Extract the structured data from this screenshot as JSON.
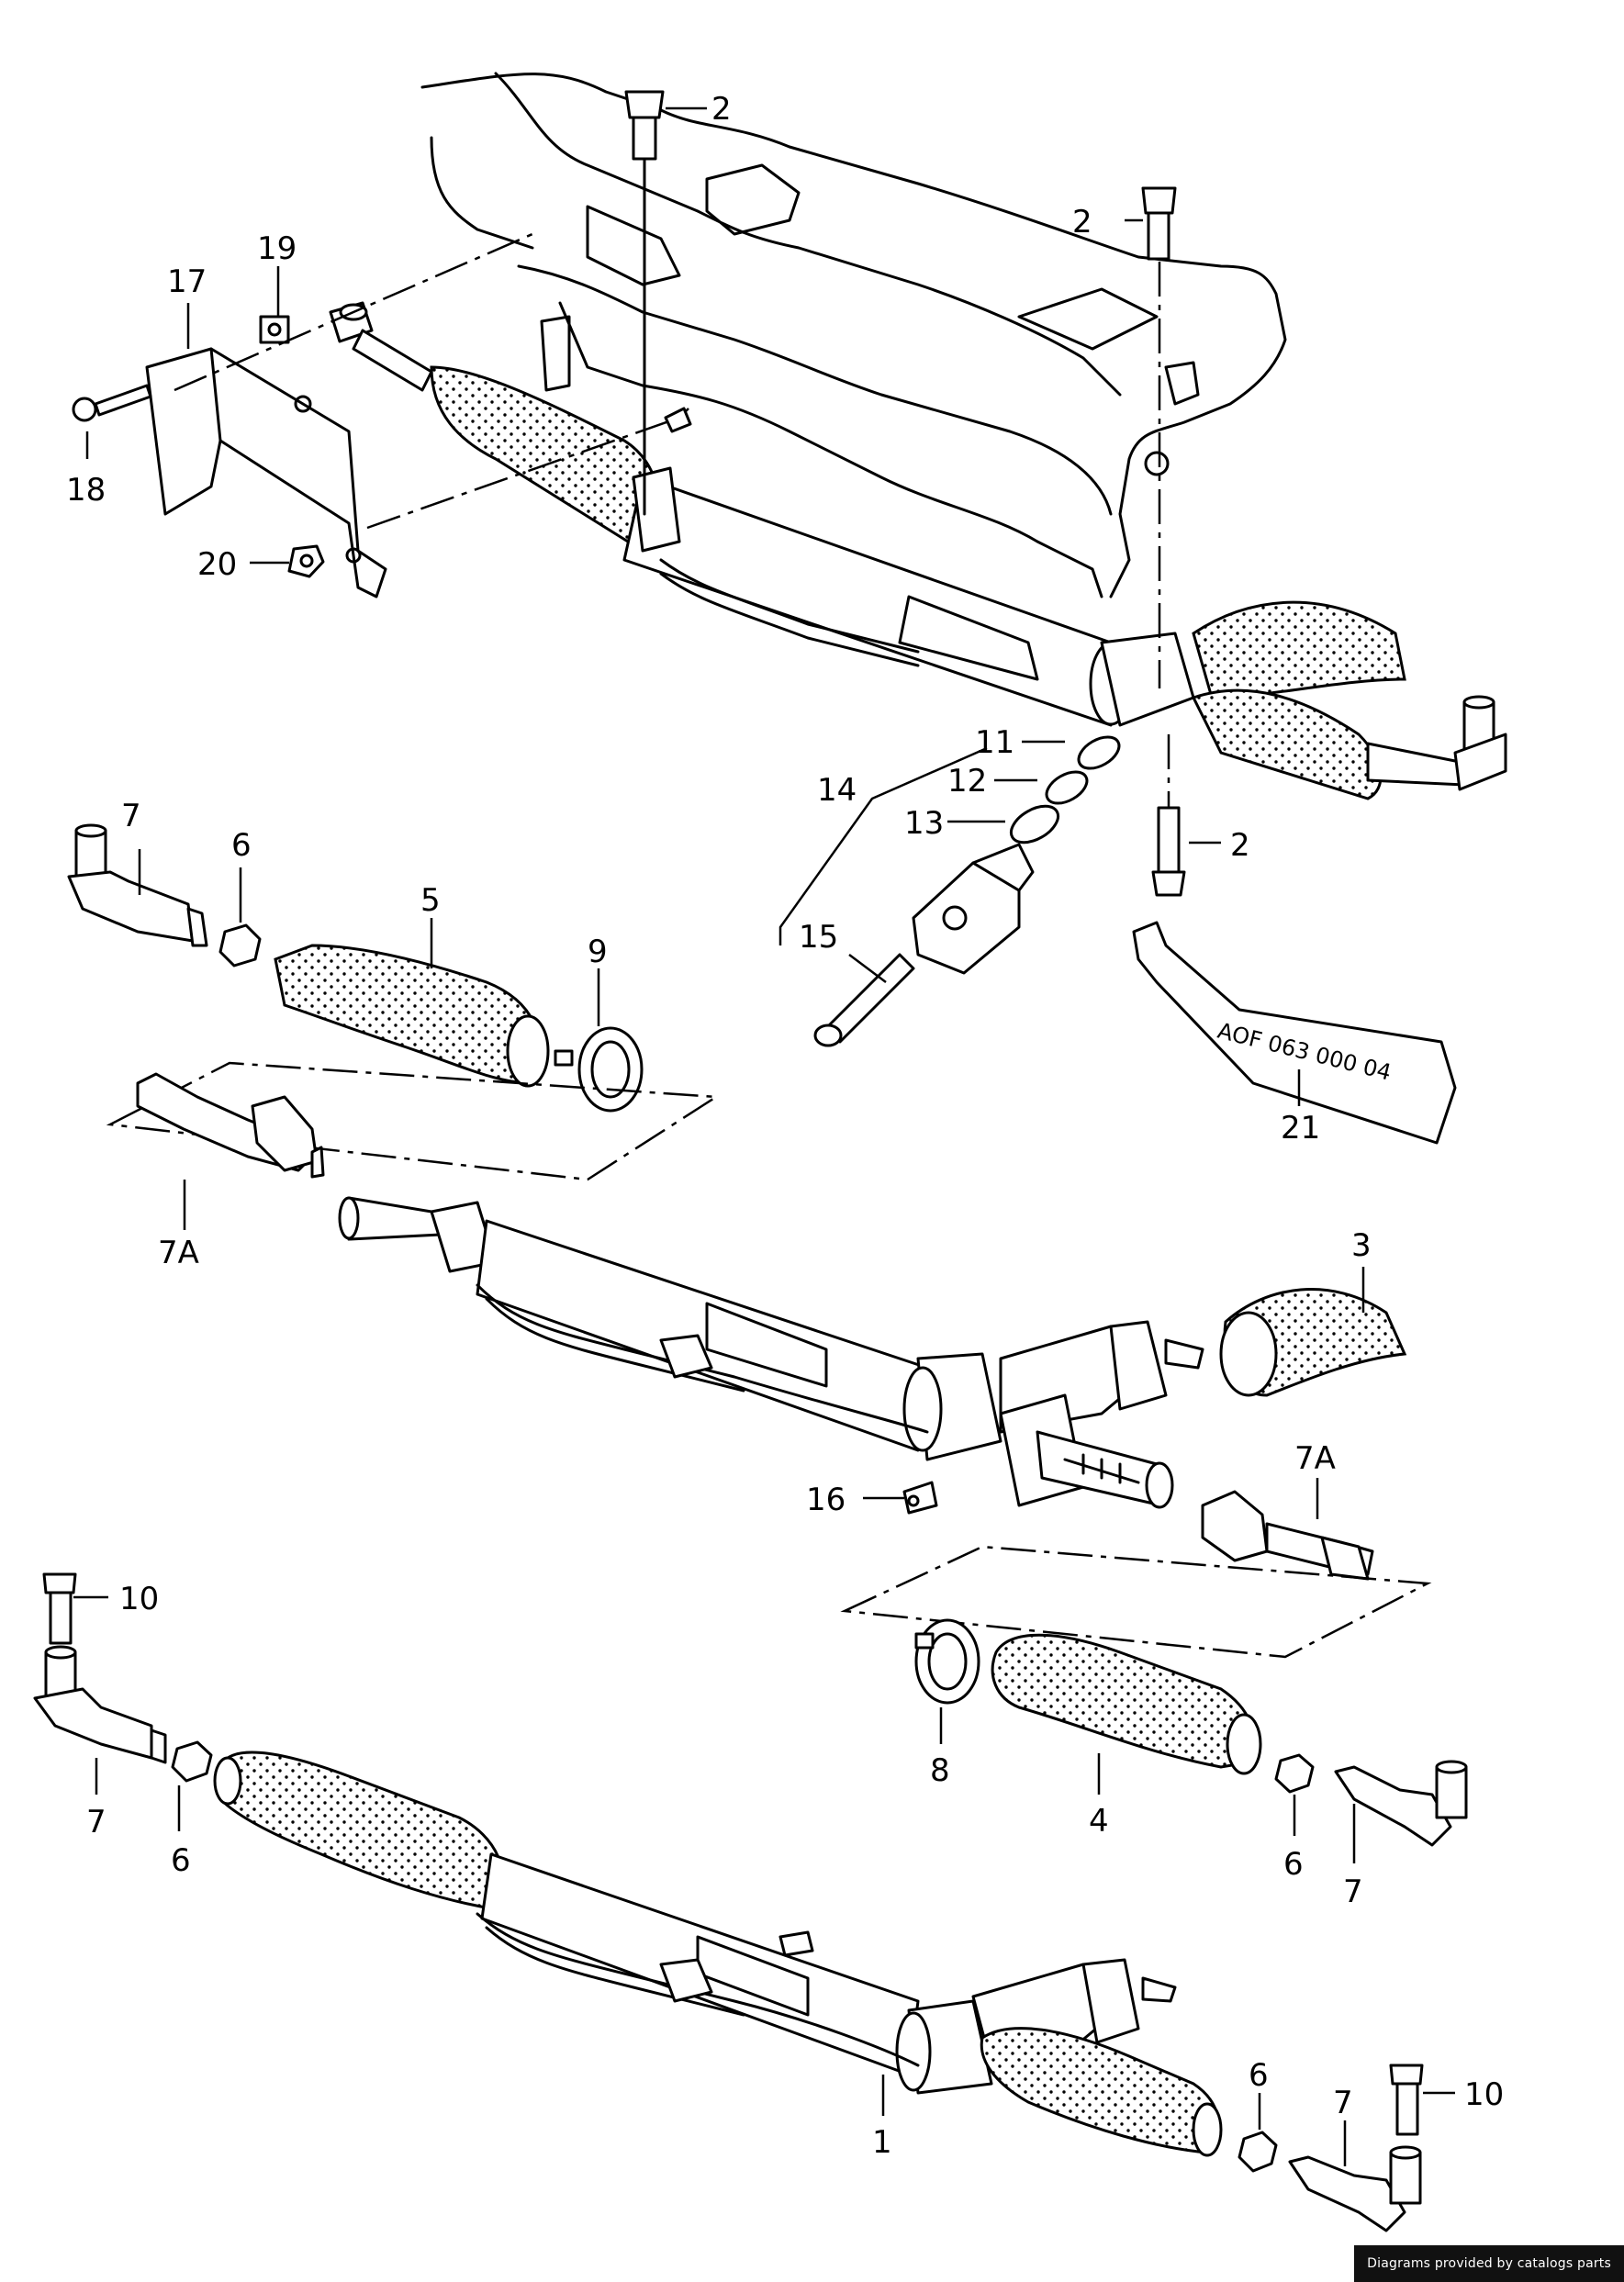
{
  "labels": {
    "l2a": "2",
    "l2b": "2",
    "l2c": "2",
    "l17": "17",
    "l19": "19",
    "l18": "18",
    "l20": "20",
    "l11": "11",
    "l12": "12",
    "l13": "13",
    "l14": "14",
    "l15": "15",
    "l7a": "7",
    "l6a": "6",
    "l5": "5",
    "l9": "9",
    "l7Aa": "7A",
    "l21": "21",
    "l3": "3",
    "l16": "16",
    "l7Ab": "7A",
    "l10a": "10",
    "l7b": "7",
    "l6b": "6",
    "l8": "8",
    "l4": "4",
    "l6c": "6",
    "l7c": "7",
    "l1": "1",
    "l6d": "6",
    "l7d": "7",
    "l10b": "10"
  },
  "tube_marking": "AOF 063 000 04",
  "footer": "Diagrams provided by catalogs parts"
}
